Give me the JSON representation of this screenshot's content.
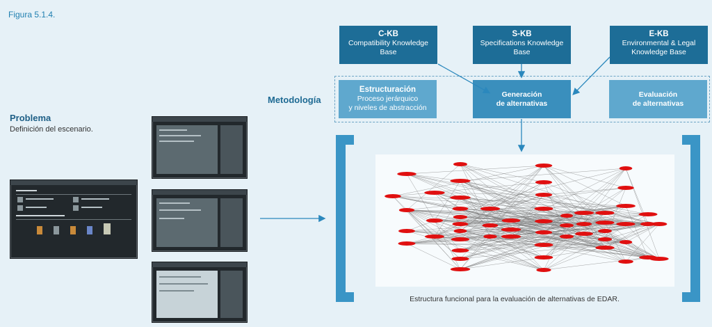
{
  "figure_label": "Figura 5.1.4.",
  "problem": {
    "title": "Problema",
    "subtitle": "Definición del escenario."
  },
  "methodology_label": "Metodología",
  "knowledge_bases": [
    {
      "code": "C-KB",
      "line1": "Compatibility Knowledge",
      "line2": "Base"
    },
    {
      "code": "S-KB",
      "line1": "Specifications Knowledge",
      "line2": "Base"
    },
    {
      "code": "E-KB",
      "line1": "Environmental & Legal",
      "line2": "Knowledge Base"
    }
  ],
  "steps": {
    "estructuracion": {
      "title": "Estructuración",
      "line1": "Proceso jerárquico",
      "line2": "y niveles de abstracción"
    },
    "generacion": {
      "line1": "Generación",
      "line2": "de alternativas"
    },
    "evaluacion": {
      "line1": "Evaluación",
      "line2": "de alternativas"
    }
  },
  "network_caption": "Estructura funcional para la evaluación de alternativas de EDAR.",
  "colors": {
    "kb_box": "#1d6d97",
    "step_box": "#5fa8ce",
    "bracket": "#3a95c6",
    "node": "#e01010",
    "background": "#e6f1f7"
  }
}
